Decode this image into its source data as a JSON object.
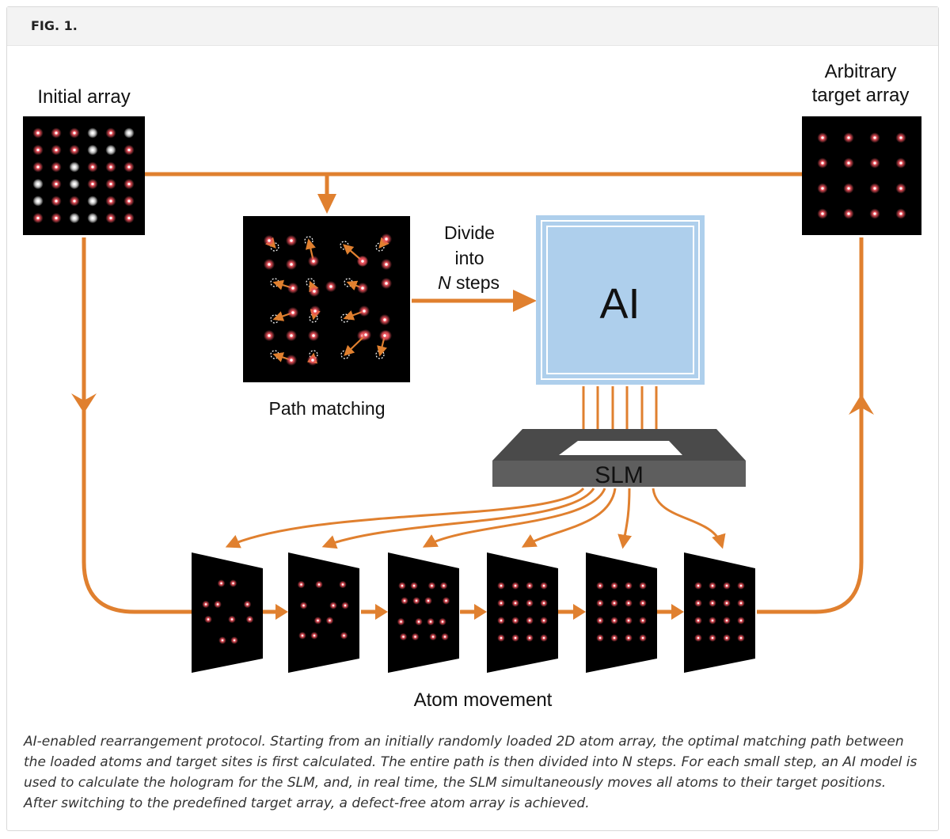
{
  "figure": {
    "label": "FIG. 1."
  },
  "diagram": {
    "initial_array": "Initial array",
    "target_array_line1": "Arbitrary",
    "target_array_line2": "target array",
    "path_matching": "Path matching",
    "divide_line1": "Divide",
    "divide_line2": "into",
    "divide_line3_var": "N",
    "divide_line3_rest": " steps",
    "ai": "AI",
    "slm": "SLM",
    "atom_movement": "Atom movement"
  },
  "caption": "AI-enabled rearrangement protocol. Starting from an initially randomly loaded 2D atom array, the optimal matching path between the loaded atoms and target sites is first calculated. The entire path is then divided into N steps. For each small step, an AI model is used to calculate the hologram for the SLM, and, in real time, the SLM simultaneously moves all atoms to their target positions. After switching to the predefined target array, a defect-free atom array is achieved.",
  "colors": {
    "arrow": "#e0802f",
    "ai_fill": "#aecfec",
    "slm_body": "#595959",
    "atom": "#e0505a"
  }
}
